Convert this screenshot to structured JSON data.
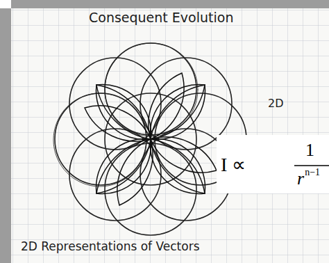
{
  "diagram": {
    "title": "Consequent Evolution",
    "caption": "2D Representations of Vectors",
    "labels": [
      "2D",
      "I ∝",
      "1",
      "r",
      "n−1"
    ]
  }
}
